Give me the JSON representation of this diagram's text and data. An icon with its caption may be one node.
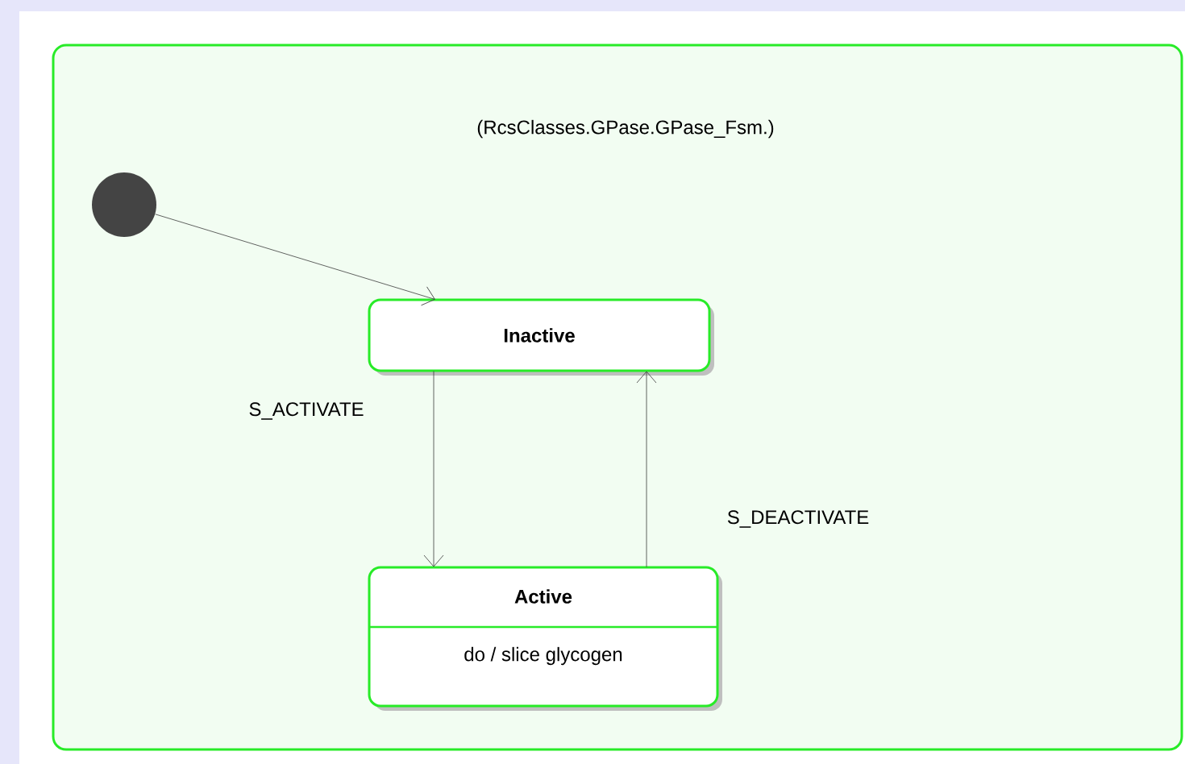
{
  "diagram": {
    "nodes": [
      {
        "text": [
          "(RcsClasses.GPase.GPase_Fsm.)"
        ]
      },
      {
        "text": [],
        "shape": "circle",
        "in": 0
      },
      {
        "text": [
          "Inactive"
        ],
        "in": 0
      },
      {
        "text": [
          "Active",
          "do / slice glycogen"
        ],
        "in": 0
      }
    ],
    "edges": [
      {
        "from": 1,
        "to": 2,
        "arrow": "to"
      },
      {
        "from": 2,
        "to": 3,
        "arrow": "to",
        "label": "S_ACTIVATE"
      },
      {
        "from": 3,
        "to": 2,
        "arrow": "to",
        "label": "S_DEACTIVATE"
      }
    ]
  }
}
